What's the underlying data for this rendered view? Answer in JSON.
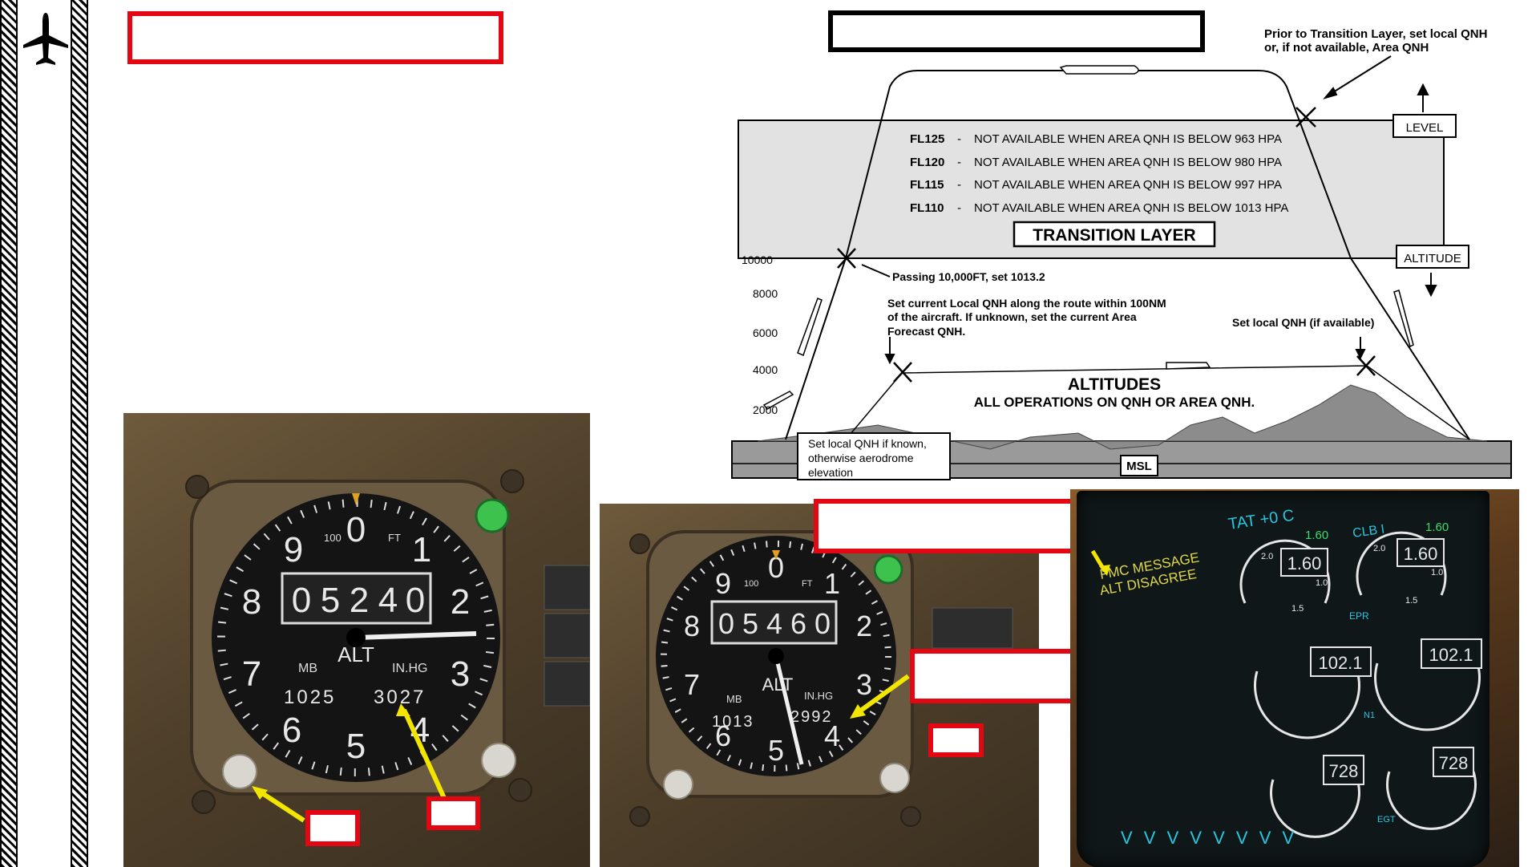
{
  "chart": {
    "top_note": "Prior to Transition Layer, set local QNH or, if not  available, Area QNH",
    "level_label": "LEVEL",
    "altitude_label": "ALTITUDE",
    "flight_levels": [
      {
        "fl": "FL125",
        "text": "NOT AVAILABLE WHEN AREA QNH IS BELOW 963 HPA"
      },
      {
        "fl": "FL120",
        "text": "NOT AVAILABLE WHEN AREA QNH IS BELOW 980 HPA"
      },
      {
        "fl": "FL115",
        "text": "NOT AVAILABLE WHEN AREA QNH IS BELOW 997 HPA"
      },
      {
        "fl": "FL110",
        "text": "NOT AVAILABLE WHEN AREA QNH IS BELOW 1013 HPA"
      }
    ],
    "transition_layer": "TRANSITION LAYER",
    "alt_ticks": [
      "10000",
      "8000",
      "6000",
      "4000",
      "2000"
    ],
    "passing_note": "Passing 10,000FT,  set  1013.2",
    "route_note_1": "Set  current Local QNH along the route within 100NM",
    "route_note_2": "of the aircraft.  If unknown, set the current Area",
    "route_note_3": "Forecast QNH.",
    "local_qnh_note": "Set local QNH (if available)",
    "altitudes_title": "ALTITUDES",
    "altitudes_sub": "ALL OPERATIONS ON QNH OR AREA QNH.",
    "aerodrome_1": "Set local QNH if known,",
    "aerodrome_2": "otherwise aerodrome",
    "aerodrome_3": "elevation",
    "msl": "MSL"
  },
  "altimeter1": {
    "counter": [
      "0",
      "5",
      "2",
      "4",
      "0"
    ],
    "mb_label": "MB",
    "inhg_label": "IN.HG",
    "alt_label": "ALT",
    "mb_value": "1025",
    "inhg_value": "3027",
    "ft_label": "FT",
    "hundred_label": "100",
    "dial": [
      "0",
      "1",
      "2",
      "3",
      "4",
      "5",
      "6",
      "7",
      "8",
      "9"
    ]
  },
  "altimeter2": {
    "counter": [
      "0",
      "5",
      "4",
      "6",
      "0"
    ],
    "mb_label": "MB",
    "inhg_label": "IN.HG",
    "alt_label": "ALT",
    "mb_value": "1013",
    "inhg_value": "2992",
    "ft_label": "FT",
    "hundred_label": "100",
    "dial": [
      "0",
      "1",
      "2",
      "3",
      "4",
      "5",
      "6",
      "7",
      "8",
      "9"
    ]
  },
  "eicas": {
    "tat": "TAT +0 C",
    "msg_1": "FMC MESSAGE",
    "msg_2": "ALT DISAGREE",
    "clb": "CLB I",
    "epr_ref_l": "1.60",
    "epr_ref_r": "1.60",
    "epr_l": "1.60",
    "epr_r": "1.60",
    "epr_label": "EPR",
    "n1_l": "102.1",
    "n1_r": "102.1",
    "n1_label": "N1",
    "egt_l": "728",
    "egt_r": "728",
    "egt_label": "EGT",
    "scale_20": "2.0",
    "scale_15": "1.5",
    "scale_10": "1.0",
    "chevrons": "V V V V V V V V"
  },
  "colors": {
    "callout_red": "#e30613",
    "arrow_yellow": "#f2e600",
    "eicas_green": "#3ddc6a",
    "eicas_cyan": "#27c7e0"
  }
}
